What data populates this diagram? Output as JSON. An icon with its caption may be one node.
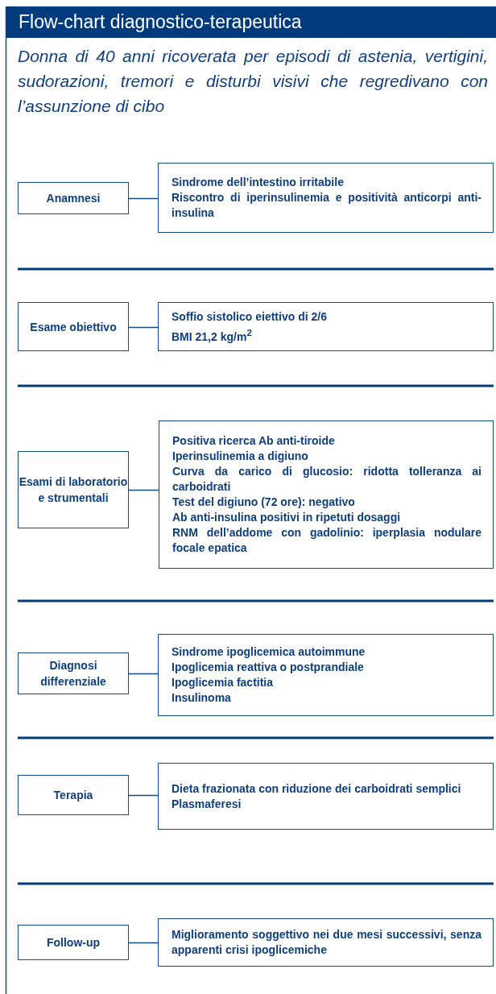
{
  "diagram": {
    "title": "Flow-chart diagnostico-terapeutica",
    "nodes": [
      {
        "text": [
          "Anamnesi"
        ]
      },
      {
        "text": [
          "Sindrome dell’intestino irritabile",
          "Riscontro di iperinsulinemia e positività anticorpi anti-insulina"
        ]
      },
      {
        "text": [
          "Esame obiettivo"
        ]
      },
      {
        "text": [
          "Soffio sistolico eiettivo di 2/6",
          "BMI 21,2 kg/m$^{2}$"
        ]
      },
      {
        "text": [
          "Esami di laboratorio e strumentali"
        ]
      },
      {
        "text": [
          "Positiva ricerca Ab anti-tiroide",
          "Iperinsulinemia a digiuno",
          "Curva da carico di glucosio: ridotta tolleranza ai carboidrati",
          "Test del digiuno (72 ore): negativo",
          "Ab anti-insulina positivi in ripetuti dosaggi",
          "RNM dell’addome con gadolinio: iperplasia nodulare focale epatica"
        ]
      },
      {
        "text": [
          "Diagnosi differenziale"
        ]
      },
      {
        "text": [
          "Sindrome ipoglicemica autoimmune",
          "Ipoglicemia reattiva o postprandiale",
          "Ipoglicemia factitia",
          "Insulinoma"
        ]
      },
      {
        "text": [
          "Terapia"
        ]
      },
      {
        "text": [
          "Dieta frazionata con riduzione dei carboidrati semplici",
          "Plasmaferesi"
        ]
      },
      {
        "text": [
          "Follow-up"
        ]
      },
      {
        "text": [
          "Miglioramento soggettivo nei due mesi successivi, senza apparenti crisi ipoglicemiche"
        ]
      }
    ],
    "edges": [
      {
        "from": 0,
        "to": 1,
        "arrow": "none"
      },
      {
        "from": 2,
        "to": 3,
        "arrow": "none"
      },
      {
        "from": 4,
        "to": 5,
        "arrow": "none"
      },
      {
        "from": 6,
        "to": 7,
        "arrow": "none"
      },
      {
        "from": 8,
        "to": 9,
        "arrow": "none"
      },
      {
        "from": 10,
        "to": 11,
        "arrow": "none"
      }
    ],
    "labels": [
      "Donna di 40 anni ricoverata per episodi di astenia, vertigini, sudorazioni, tremori e disturbi visivi che regredivano con l’assunzione di cibo"
    ]
  }
}
